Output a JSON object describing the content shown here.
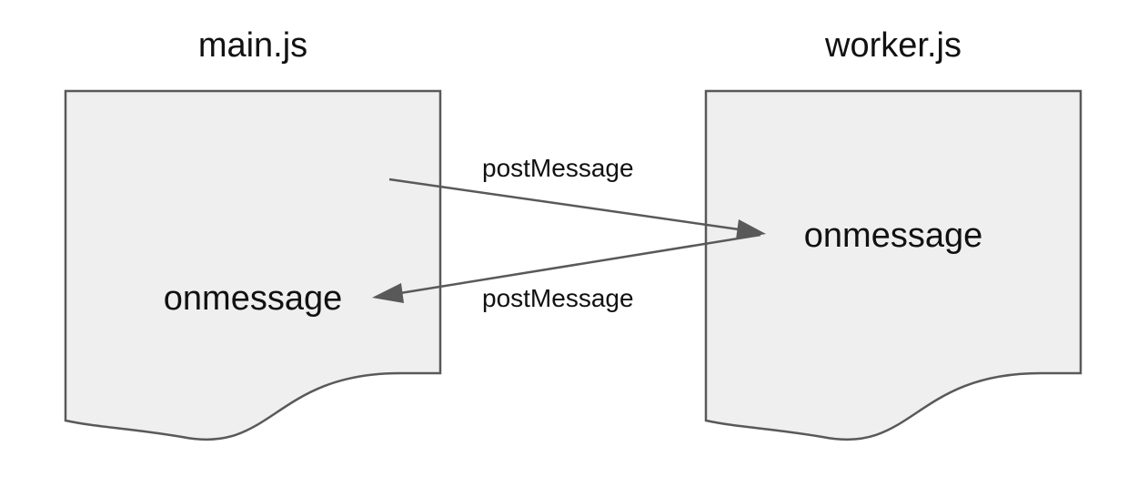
{
  "colors": {
    "document_fill": "#efefef",
    "outline": "#595959",
    "text": "#111111",
    "background": "#ffffff"
  },
  "nodes": {
    "main": {
      "title": "main.js",
      "handler": "onmessage"
    },
    "worker": {
      "title": "worker.js",
      "handler": "onmessage"
    }
  },
  "edges": {
    "to_worker": {
      "label": "postMessage",
      "from": "main",
      "to": "worker"
    },
    "to_main": {
      "label": "postMessage",
      "from": "worker",
      "to": "main"
    }
  }
}
